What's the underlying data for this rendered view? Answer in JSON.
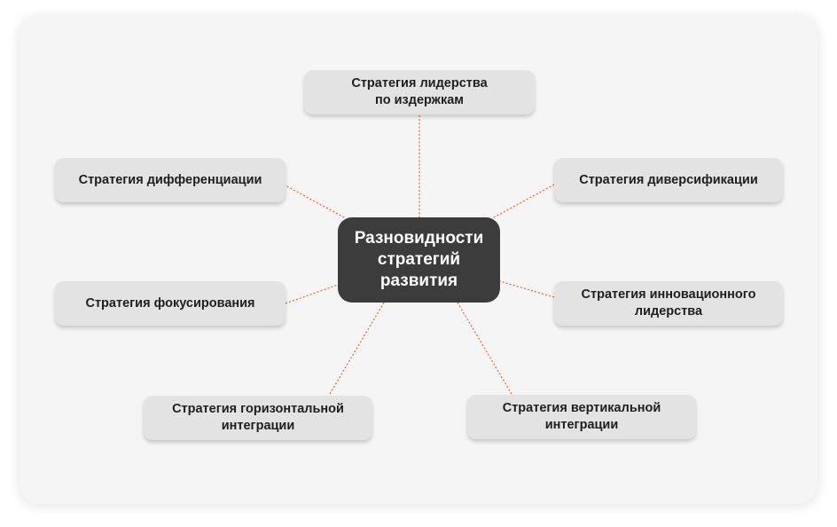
{
  "diagram": {
    "type": "mind-map",
    "center": {
      "label": "Разновидности\nстратегий\nразвития"
    },
    "nodes": [
      {
        "id": "cost-leadership",
        "label": "Стратегия лидерства\nпо издержкам"
      },
      {
        "id": "differentiation",
        "label": "Стратегия дифференциации"
      },
      {
        "id": "diversification",
        "label": "Стратегия диверсификации"
      },
      {
        "id": "focusing",
        "label": "Стратегия фокусирования"
      },
      {
        "id": "innovation-leadership",
        "label": "Стратегия инновационного\nлидерства"
      },
      {
        "id": "horizontal-integration",
        "label": "Стратегия горизонтальной\nинтеграции"
      },
      {
        "id": "vertical-integration",
        "label": "Стратегия вертикальной\nинтеграции"
      }
    ],
    "connector_style": "dotted",
    "colors": {
      "background": "#f5f5f5",
      "center_fill": "#3c3c3c",
      "node_fill": "#e3e3e3",
      "connector": "#e0714a"
    }
  }
}
